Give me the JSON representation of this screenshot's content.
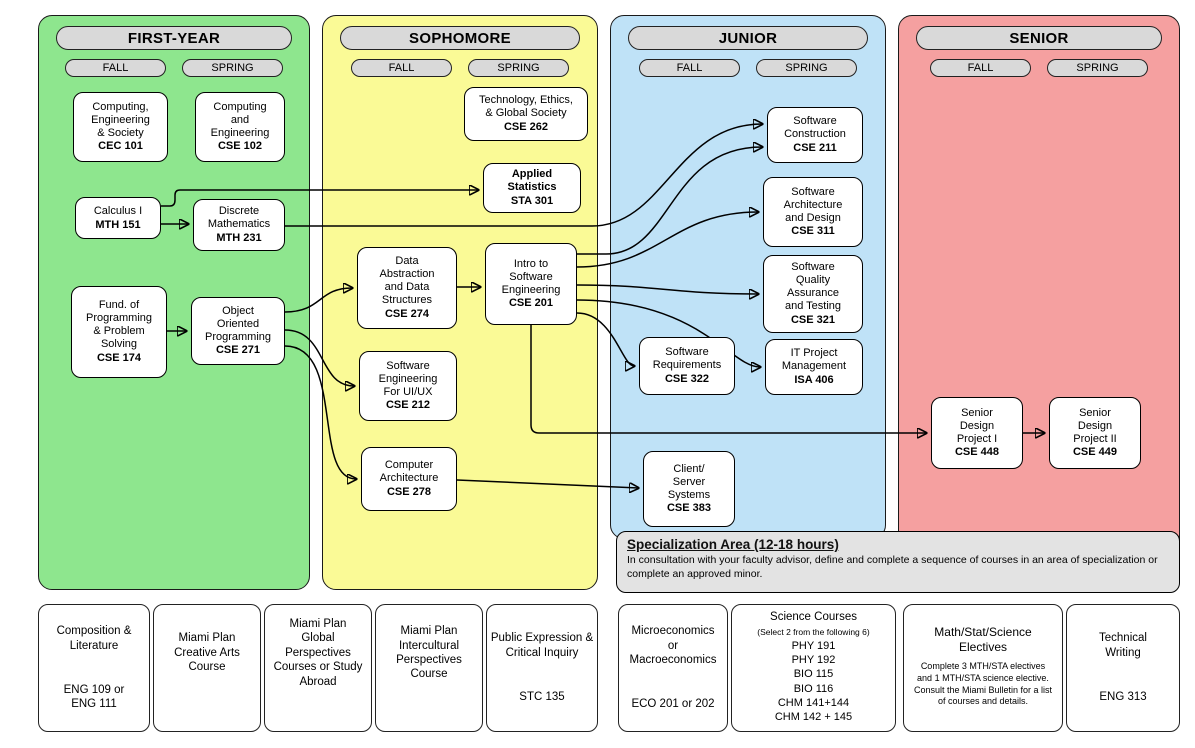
{
  "columns": [
    {
      "title": "FIRST-YEAR",
      "fall": "FALL",
      "spring": "SPRING",
      "color": "#8ee68e"
    },
    {
      "title": "SOPHOMORE",
      "fall": "FALL",
      "spring": "SPRING",
      "color": "#fafa96"
    },
    {
      "title": "JUNIOR",
      "fall": "FALL",
      "spring": "SPRING",
      "color": "#bfe2f7"
    },
    {
      "title": "SENIOR",
      "fall": "FALL",
      "spring": "SPRING",
      "color": "#f5a0a0"
    }
  ],
  "courses": {
    "cec101": {
      "name": "Computing,\nEngineering\n& Society",
      "code": "CEC 101"
    },
    "cse102": {
      "name": "Computing\nand\nEngineering",
      "code": "CSE 102"
    },
    "mth151": {
      "name": "Calculus I",
      "code": "MTH 151"
    },
    "mth231": {
      "name": "Discrete\nMathematics",
      "code": "MTH 231"
    },
    "cse174": {
      "name": "Fund. of\nProgramming\n& Problem\nSolving",
      "code": "CSE 174"
    },
    "cse271": {
      "name": "Object\nOriented\nProgramming",
      "code": "CSE 271"
    },
    "cse262": {
      "name": "Technology, Ethics,\n& Global Society",
      "code": "CSE 262"
    },
    "sta301": {
      "name": "Applied\nStatistics",
      "code": "STA 301"
    },
    "cse274": {
      "name": "Data\nAbstraction\nand Data\nStructures",
      "code": "CSE 274"
    },
    "cse201": {
      "name": "Intro to\nSoftware\nEngineering",
      "code": "CSE 201"
    },
    "cse212": {
      "name": "Software\nEngineering\nFor UI/UX",
      "code": "CSE 212"
    },
    "cse278": {
      "name": "Computer\nArchitecture",
      "code": "CSE 278"
    },
    "cse322": {
      "name": "Software\nRequirements",
      "code": "CSE 322"
    },
    "cse383": {
      "name": "Client/\nServer\nSystems",
      "code": "CSE 383"
    },
    "cse211": {
      "name": "Software\nConstruction",
      "code": "CSE 211"
    },
    "cse311": {
      "name": "Software\nArchitecture\nand Design",
      "code": "CSE 311"
    },
    "cse321": {
      "name": "Software\nQuality\nAssurance\nand Testing",
      "code": "CSE 321"
    },
    "isa406": {
      "name": "IT Project\nManagement",
      "code": "ISA 406"
    },
    "cse448": {
      "name": "Senior\nDesign\nProject I",
      "code": "CSE 448"
    },
    "cse449": {
      "name": "Senior\nDesign\nProject II",
      "code": "CSE 449"
    }
  },
  "edges": [
    {
      "from": "MTH 151",
      "to": "MTH 231"
    },
    {
      "from": "MTH 151",
      "to": "STA 301"
    },
    {
      "from": "CSE 174",
      "to": "CSE 271"
    },
    {
      "from": "CSE 271",
      "to": "CSE 274"
    },
    {
      "from": "CSE 271",
      "to": "CSE 212"
    },
    {
      "from": "CSE 271",
      "to": "CSE 278"
    },
    {
      "from": "CSE 274",
      "to": "CSE 201"
    },
    {
      "from": "MTH 231",
      "to": "CSE 211"
    },
    {
      "from": "CSE 201",
      "to": "CSE 211"
    },
    {
      "from": "CSE 201",
      "to": "CSE 311"
    },
    {
      "from": "CSE 201",
      "to": "CSE 321"
    },
    {
      "from": "CSE 201",
      "to": "ISA 406"
    },
    {
      "from": "CSE 201",
      "to": "CSE 322"
    },
    {
      "from": "CSE 278",
      "to": "CSE 383"
    },
    {
      "from": "CSE 201",
      "to": "CSE 448"
    },
    {
      "from": "CSE 448",
      "to": "CSE 449"
    }
  ],
  "specialization": {
    "title": "Specialization Area (12-18 hours)",
    "body": "In consultation with your faculty advisor, define and complete a sequence of courses in an area of specialization or complete an approved minor."
  },
  "gened": [
    {
      "title": "Composition &\nLiterature",
      "note": "",
      "body": "",
      "code": "ENG 109 or\nENG 111"
    },
    {
      "title": "Miami Plan\nCreative Arts\nCourse",
      "note": "",
      "body": "",
      "code": ""
    },
    {
      "title": "Miami Plan\nGlobal\nPerspectives\nCourses or Study\nAbroad",
      "note": "",
      "body": "",
      "code": ""
    },
    {
      "title": "Miami Plan\nIntercultural\nPerspectives\nCourse",
      "note": "",
      "body": "",
      "code": ""
    },
    {
      "title": "Public Expression &\nCritical Inquiry",
      "note": "",
      "body": "",
      "code": "STC 135"
    },
    {
      "title": "Microeconomics\nor\nMacroeconomics",
      "note": "",
      "body": "",
      "code": "ECO 201 or 202"
    },
    {
      "title": "Science Courses",
      "note": "(Select 2 from the following 6)",
      "body": "PHY 191\nPHY 192\nBIO 115\nBIO 116\nCHM 141+144\nCHM 142 + 145",
      "code": ""
    },
    {
      "title": "Math/Stat/Science\nElectives",
      "note": "",
      "body": "Complete 3 MTH/STA electives and 1 MTH/STA science elective. Consult the Miami Bulletin for a list of courses and details.",
      "code": ""
    },
    {
      "title": "Technical\nWriting",
      "note": "",
      "body": "",
      "code": "ENG 313"
    }
  ]
}
